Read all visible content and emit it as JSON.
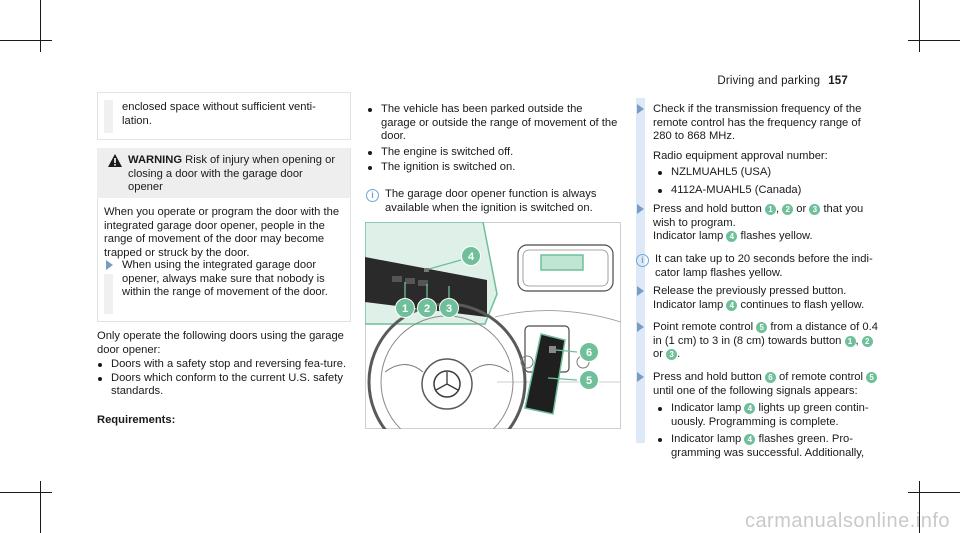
{
  "header": {
    "section": "Driving and parking",
    "page": "157"
  },
  "col1": {
    "continuation": "enclosed space without sufficient venti-lation.",
    "warning": {
      "label": "WARNING",
      "title_rest": " Risk of injury when opening or closing a door with the garage door opener",
      "body": "When you operate or program the door with the integrated garage door opener, people in the range of movement of the door may become trapped or struck by the door.",
      "step": "When using the integrated garage door opener, always make sure that nobody is within the range of movement of the door."
    },
    "intro": "Only operate the following doors using the garage door opener:",
    "bullets": [
      "Doors with a safety stop and reversing fea-ture.",
      "Doors which conform to the current U.S. safety standards."
    ],
    "requirements": "Requirements:"
  },
  "col2": {
    "bullets": [
      "The vehicle has been parked outside the garage or outside the range of movement of the door.",
      "The engine is switched off.",
      "The ignition is switched on."
    ],
    "info": "The garage door opener function is always available when the ignition is switched on.",
    "figure_callouts": [
      "1",
      "2",
      "3",
      "4",
      "5",
      "6"
    ]
  },
  "col3": {
    "step1": "Check if the transmission frequency of the remote control has the frequency range of 280 to 868 MHz.",
    "approval_label": "Radio equipment approval number:",
    "approvals": [
      "NZLMUAHL5 (USA)",
      "4112A-MUAHL5 (Canada)"
    ],
    "step2_a": "Press and hold button ",
    "step2_b": ", ",
    "step2_c": " or ",
    "step2_d": " that you wish to program.",
    "step2_e": "Indicator lamp ",
    "step2_f": " flashes yellow.",
    "info": "It can take up to 20 seconds before the indi-cator lamp flashes yellow.",
    "step3_a": "Release the previously pressed button.",
    "step3_b": "Indicator lamp ",
    "step3_c": " continues to flash yellow.",
    "step4_a": "Point remote control ",
    "step4_b": " from a distance of 0.4 in (1 cm) to 3 in (8 cm) towards button ",
    "step4_c": ", ",
    "step4_d": " or ",
    "step4_e": ".",
    "step5_a": "Press and hold button ",
    "step5_b": " of remote control ",
    "step5_c": " until one of the following signals appears:",
    "sig1_a": "Indicator lamp ",
    "sig1_b": " lights up green contin-uously. Programming is complete.",
    "sig2_a": "Indicator lamp ",
    "sig2_b": " flashes green. Pro-gramming was successful. Additionally,",
    "nums": {
      "n1": "1",
      "n2": "2",
      "n3": "3",
      "n4": "4",
      "n5": "5",
      "n6": "6"
    }
  },
  "watermark": "carmanualsonline.info",
  "colors": {
    "accent": "#6fbf9a",
    "bar": "#dde9f6",
    "arrow": "#7a9cc4",
    "info": "#6fa5d6"
  }
}
